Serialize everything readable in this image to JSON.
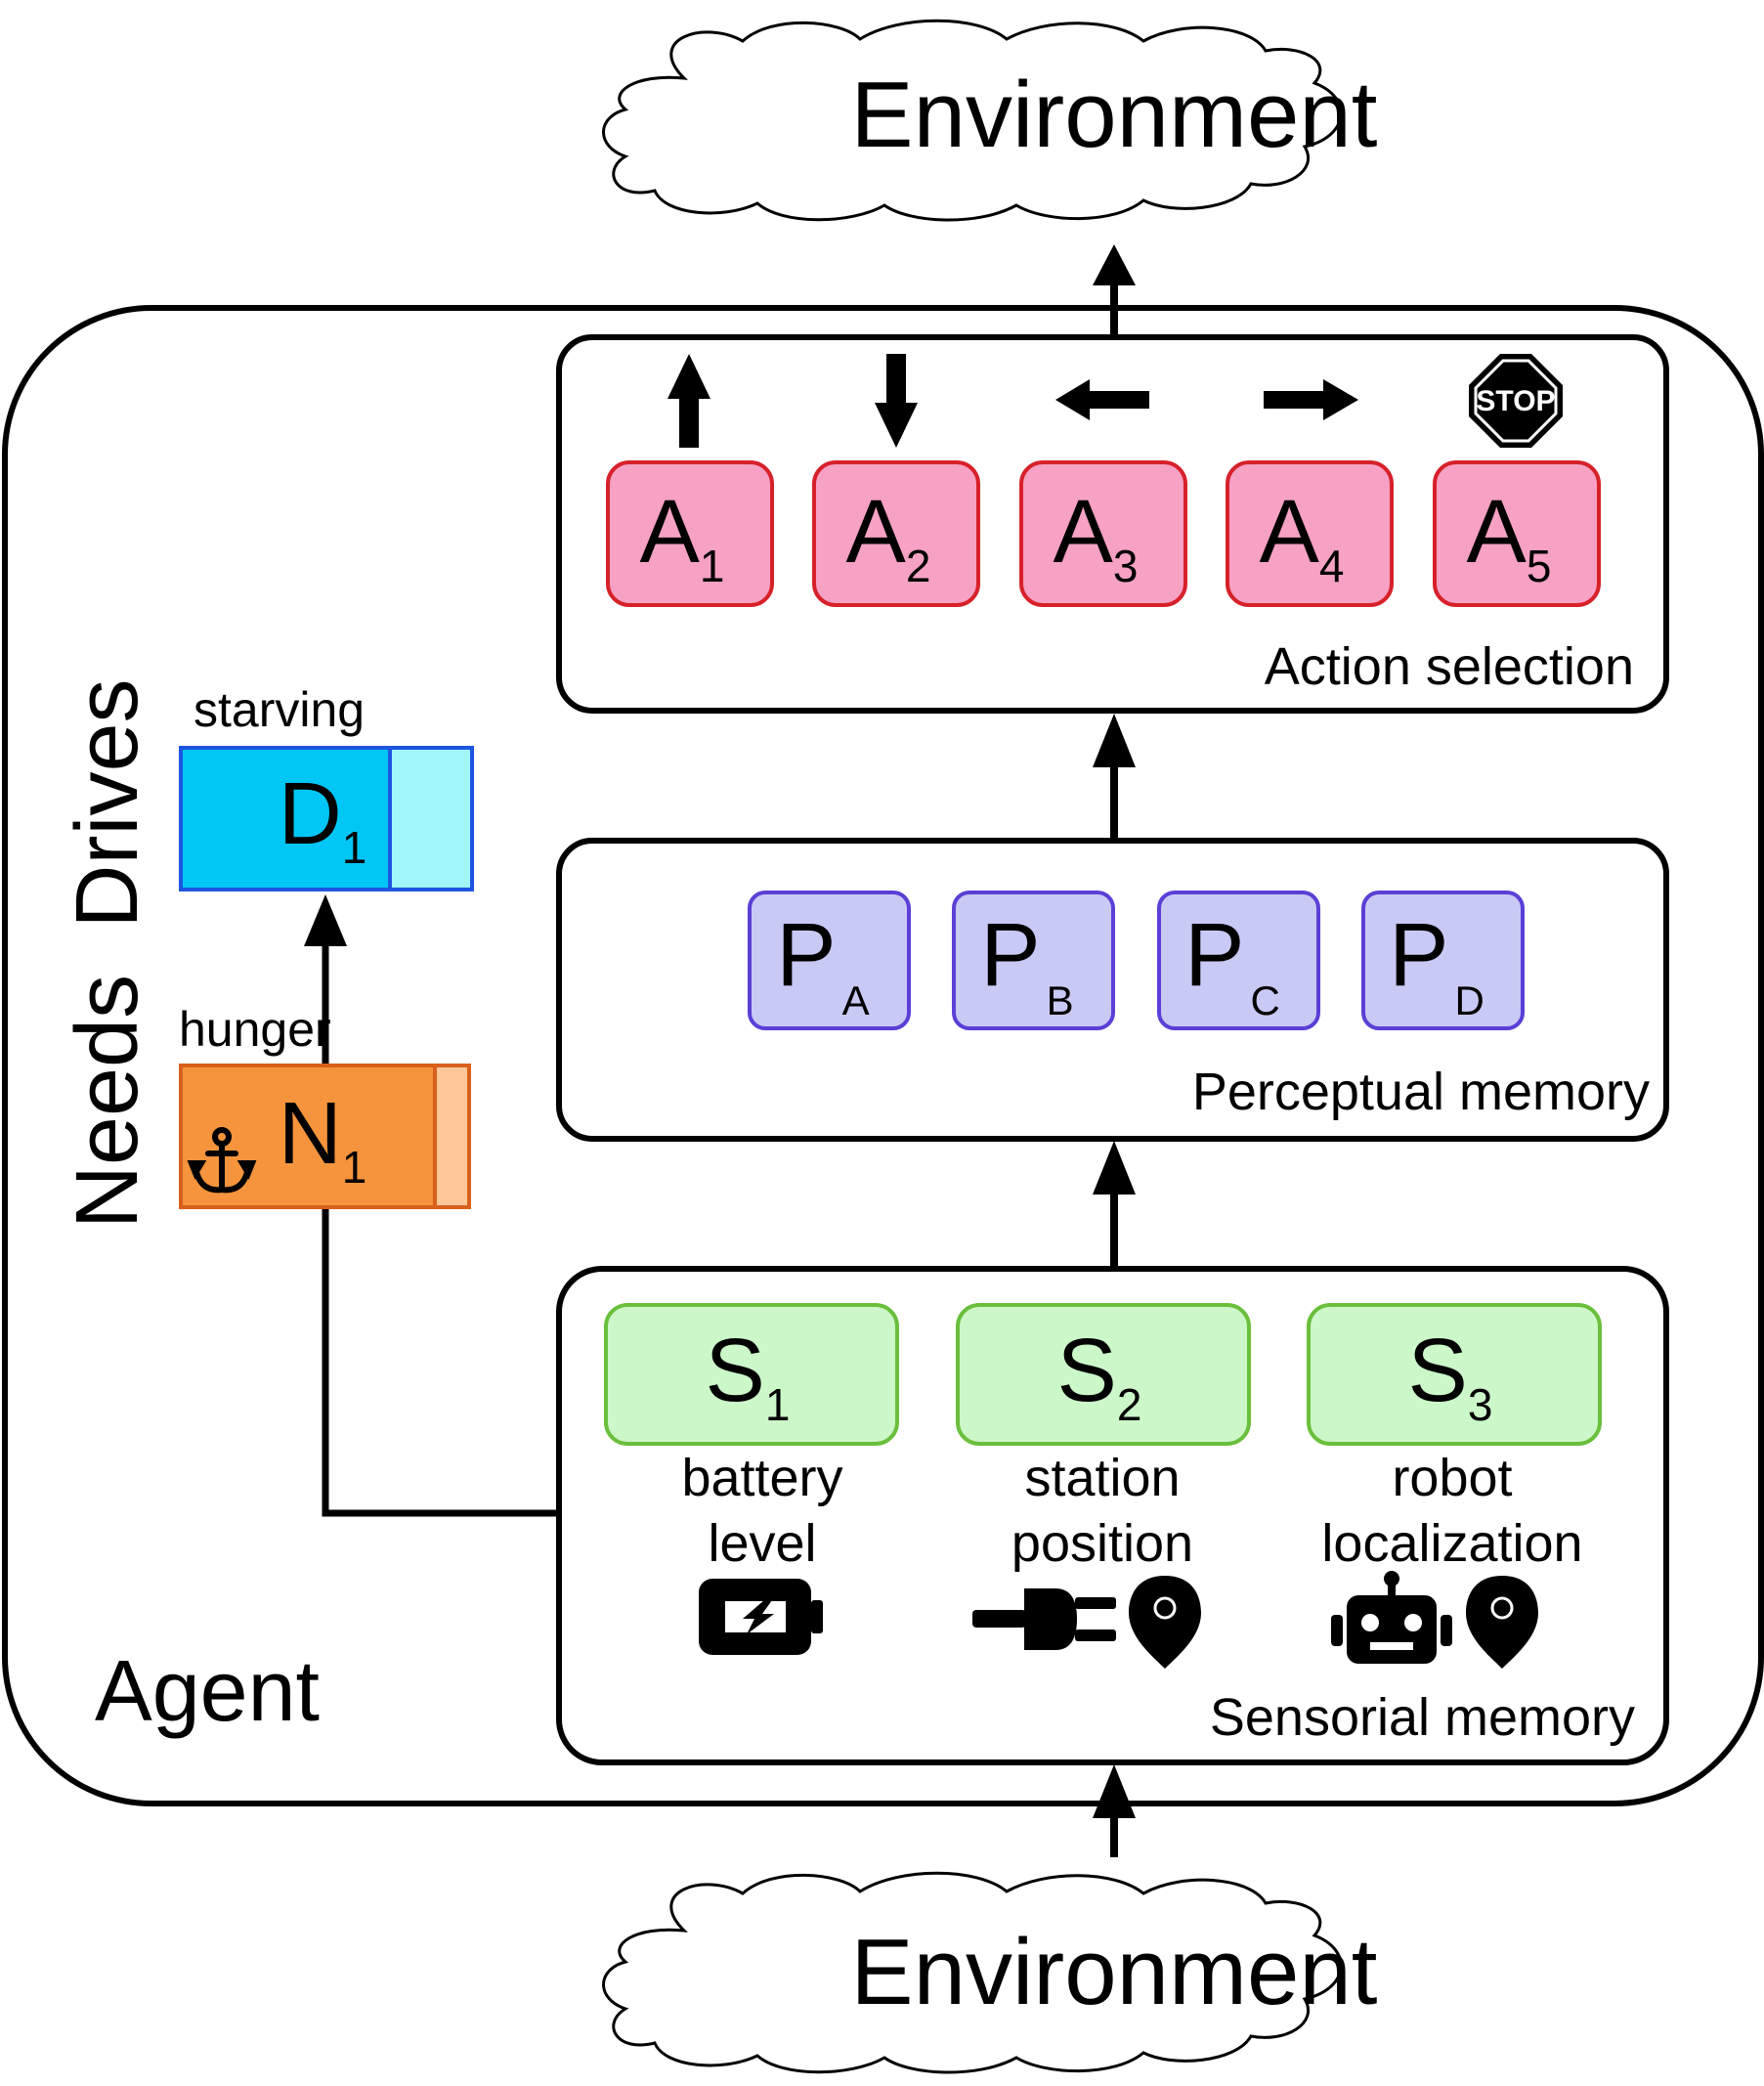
{
  "environment_top": {
    "label": "Environment"
  },
  "environment_bottom": {
    "label": "Environment"
  },
  "agent": {
    "label": "Agent"
  },
  "drives_label": "Drives",
  "needs_label": "Needs",
  "drive": {
    "caption": "starving",
    "letter": "D",
    "sub": "1"
  },
  "need": {
    "caption": "hunger",
    "letter": "N",
    "sub": "1"
  },
  "action_selection": {
    "label": "Action selection",
    "actions": [
      {
        "letter": "A",
        "sub": "1",
        "icon": "arrow-up-icon"
      },
      {
        "letter": "A",
        "sub": "2",
        "icon": "arrow-down-icon"
      },
      {
        "letter": "A",
        "sub": "3",
        "icon": "arrow-left-icon"
      },
      {
        "letter": "A",
        "sub": "4",
        "icon": "arrow-right-icon"
      },
      {
        "letter": "A",
        "sub": "5",
        "icon": "stop-sign-icon",
        "icon_text": "STOP"
      }
    ]
  },
  "perceptual_memory": {
    "label": "Perceptual memory",
    "percepts": [
      {
        "letter": "P",
        "sub": "A"
      },
      {
        "letter": "P",
        "sub": "B"
      },
      {
        "letter": "P",
        "sub": "C"
      },
      {
        "letter": "P",
        "sub": "D"
      }
    ]
  },
  "sensorial_memory": {
    "label": "Sensorial memory",
    "sensors": [
      {
        "letter": "S",
        "sub": "1",
        "line1": "battery",
        "line2": "level",
        "icons": [
          "battery-icon"
        ]
      },
      {
        "letter": "S",
        "sub": "2",
        "line1": "station",
        "line2": "position",
        "icons": [
          "plug-icon",
          "location-pin-icon"
        ]
      },
      {
        "letter": "S",
        "sub": "3",
        "line1": "robot",
        "line2": "localization",
        "icons": [
          "robot-icon",
          "location-pin-icon"
        ]
      }
    ]
  },
  "colors": {
    "action_fill": "#f7a1c4",
    "action_stroke": "#d7212a",
    "percept_fill": "#c9c9f5",
    "percept_stroke": "#5b3fd6",
    "sensor_fill": "#ccf7c9",
    "sensor_stroke": "#6abf3c",
    "drive_fill": "#00c6f5",
    "drive_light": "#9ff7fb",
    "drive_stroke": "#1e55e0",
    "need_fill": "#f5943c",
    "need_light": "#fdc79a",
    "need_stroke": "#d9601c"
  }
}
